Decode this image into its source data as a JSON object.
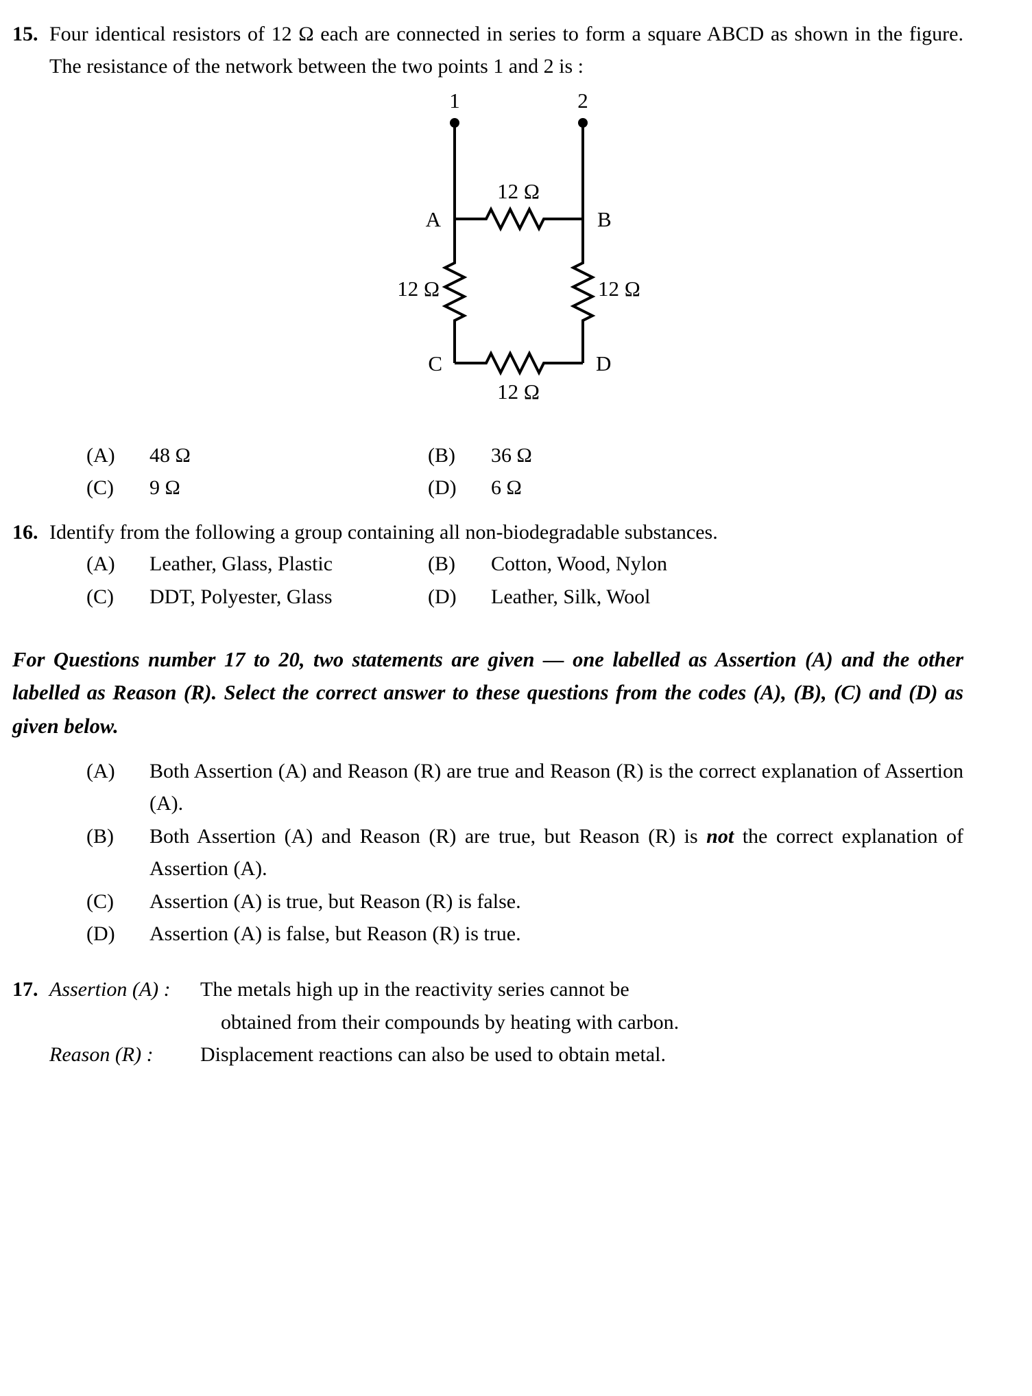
{
  "questions": {
    "q15": {
      "number": "15.",
      "text": "Four identical resistors of 12 Ω each are connected in series to form a square ABCD as shown in the figure. The resistance of the network between the two points 1 and 2 is :",
      "figure": {
        "terminal_1": "1",
        "terminal_2": "2",
        "node_a": "A",
        "node_b": "B",
        "node_c": "C",
        "node_d": "D",
        "resistor_top": "12 Ω",
        "resistor_left": "12 Ω",
        "resistor_right": "12 Ω",
        "resistor_bottom": "12 Ω"
      },
      "options": [
        {
          "tag": "(A)",
          "value": "48 Ω"
        },
        {
          "tag": "(B)",
          "value": "36 Ω"
        },
        {
          "tag": "(C)",
          "value": "9 Ω"
        },
        {
          "tag": "(D)",
          "value": "6 Ω"
        }
      ]
    },
    "q16": {
      "number": "16.",
      "text": "Identify from the following a group containing all non-biodegradable substances.",
      "options": [
        {
          "tag": "(A)",
          "value": "Leather, Glass, Plastic"
        },
        {
          "tag": "(B)",
          "value": "Cotton, Wood, Nylon"
        },
        {
          "tag": "(C)",
          "value": "DDT, Polyester, Glass"
        },
        {
          "tag": "(D)",
          "value": "Leather, Silk, Wool"
        }
      ]
    },
    "instruction": {
      "text": "For Questions number 17 to 20, two statements are given — one labelled as Assertion (A) and the other labelled as Reason (R). Select the correct answer to these questions from the codes (A), (B), (C) and (D) as given below."
    },
    "codes": [
      {
        "tag": "(A)",
        "part1": "Both Assertion (A) and Reason (R) are true and Reason (R) is the correct explanation of Assertion (A).",
        "emph": "",
        "part2": ""
      },
      {
        "tag": "(B)",
        "part1": "Both Assertion (A) and Reason (R) are true, but Reason (R) is ",
        "emph": "not",
        "part2": " the correct explanation of Assertion (A)."
      },
      {
        "tag": "(C)",
        "part1": "Assertion (A) is true, but Reason (R) is false.",
        "emph": "",
        "part2": ""
      },
      {
        "tag": "(D)",
        "part1": "Assertion (A) is false, but Reason (R) is true.",
        "emph": "",
        "part2": ""
      }
    ],
    "q17": {
      "number": "17.",
      "assertion_label": "Assertion (A) :",
      "assertion_line1": "The metals high up in the reactivity series cannot be",
      "assertion_line2": "obtained from their compounds by heating with carbon.",
      "reason_label": "Reason (R) :",
      "reason_text": "Displacement reactions can also be used to obtain metal."
    }
  }
}
